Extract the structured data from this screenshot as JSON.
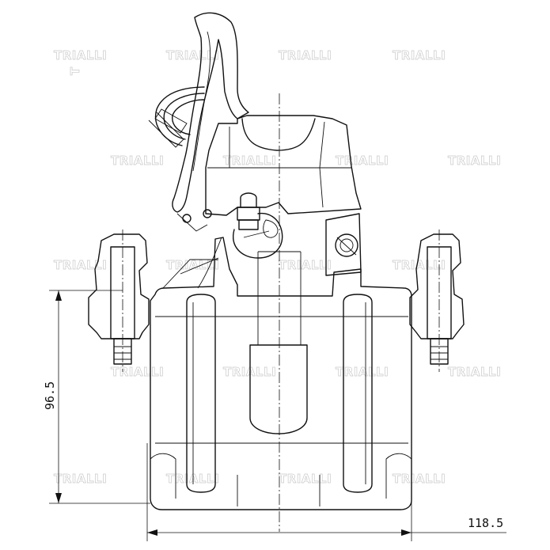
{
  "watermark": {
    "brand": "TRIALLI"
  },
  "dimensions": {
    "height_label": "96.5",
    "width_label": "118.5"
  }
}
